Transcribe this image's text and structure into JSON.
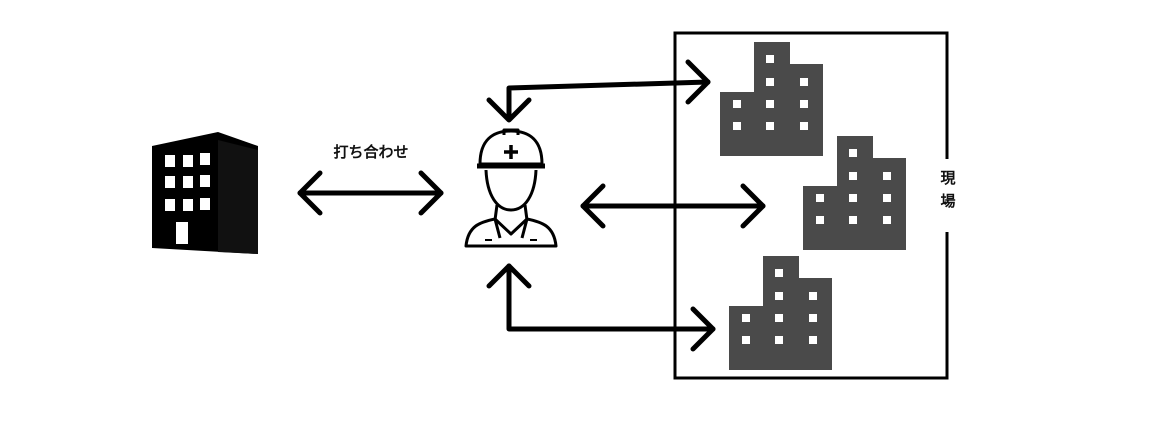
{
  "labels": {
    "meeting": "打ち合わせ",
    "site_line1": "現",
    "site_line2": "場"
  },
  "icons": {
    "office": "office-building-icon",
    "worker": "construction-worker-icon",
    "site_buildings": [
      "site-building-icon",
      "site-building-icon",
      "site-building-icon"
    ]
  },
  "colors": {
    "line": "#000000",
    "office_building": "#000000",
    "site_building": "#4a4a4a",
    "window": "#ffffff"
  }
}
